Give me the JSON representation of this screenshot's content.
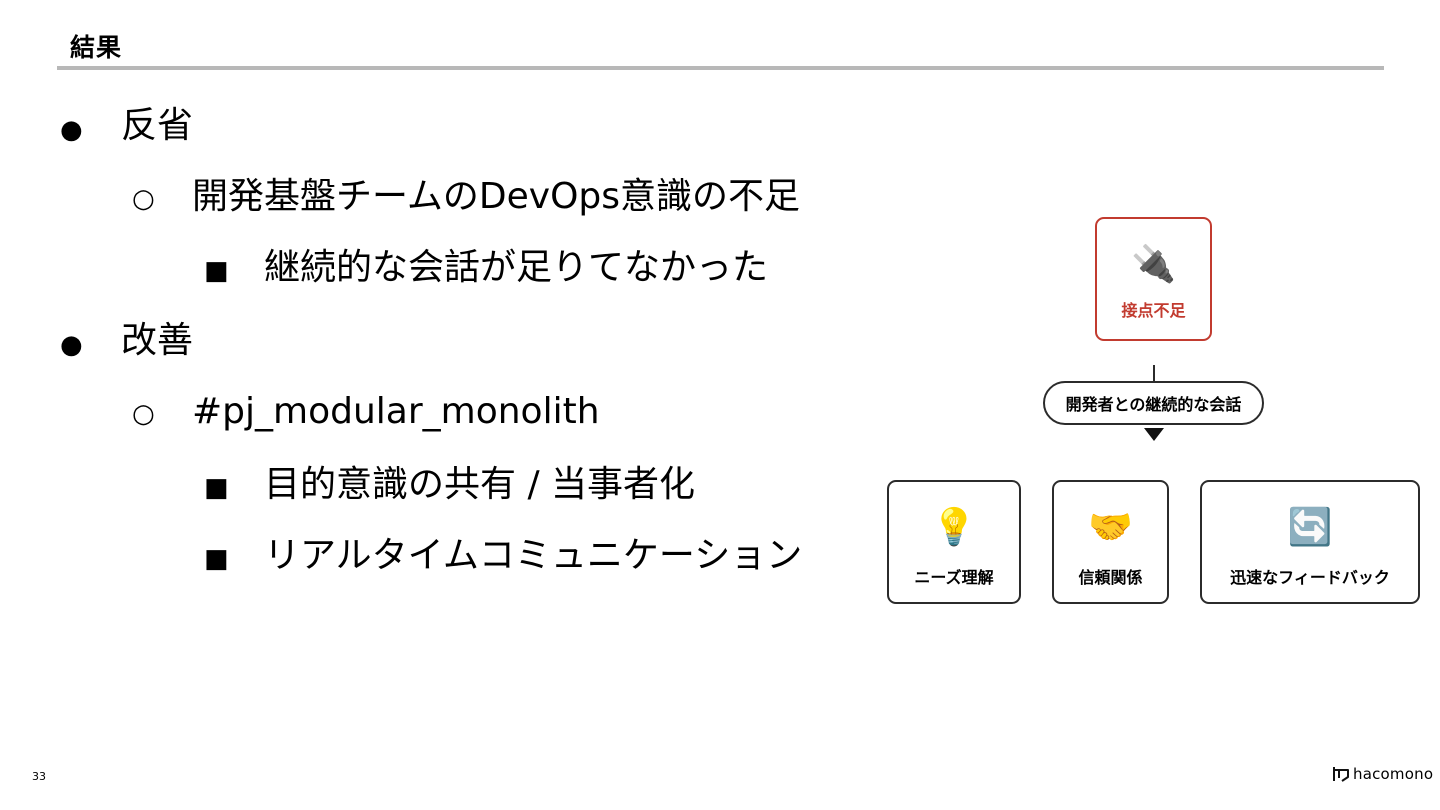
{
  "header": {
    "title": "結果"
  },
  "bullets": [
    {
      "marker": "●",
      "text": "反省"
    },
    {
      "marker": "○",
      "text": "開発基盤チームのDevOps意識の不足"
    },
    {
      "marker": "■",
      "text": "継続的な会話が足りてなかった"
    },
    {
      "marker": "●",
      "text": "改善"
    },
    {
      "marker": "○",
      "text": "#pj_modular_monolith"
    },
    {
      "marker": "■",
      "text": "目的意識の共有 / 当事者化"
    },
    {
      "marker": "■",
      "text": "リアルタイムコミュニケーション"
    }
  ],
  "diagram": {
    "top_card": {
      "icon": "plug-icon",
      "emoji": "🔌",
      "label": "接点不足",
      "accent": "#c23b2f"
    },
    "connector_label": "開発者との継続的な会話",
    "outcomes": [
      {
        "icon": "light-bulb-icon",
        "emoji": "💡",
        "label": "ニーズ理解"
      },
      {
        "icon": "handshake-icon",
        "emoji": "🤝",
        "label": "信頼関係"
      },
      {
        "icon": "refresh-arrows-icon",
        "emoji": "🔄",
        "label": "迅速なフィードバック"
      }
    ]
  },
  "footer": {
    "page_number": "33",
    "logo_text": "hacomono",
    "logo_icon": "hacomono-logo-icon"
  }
}
